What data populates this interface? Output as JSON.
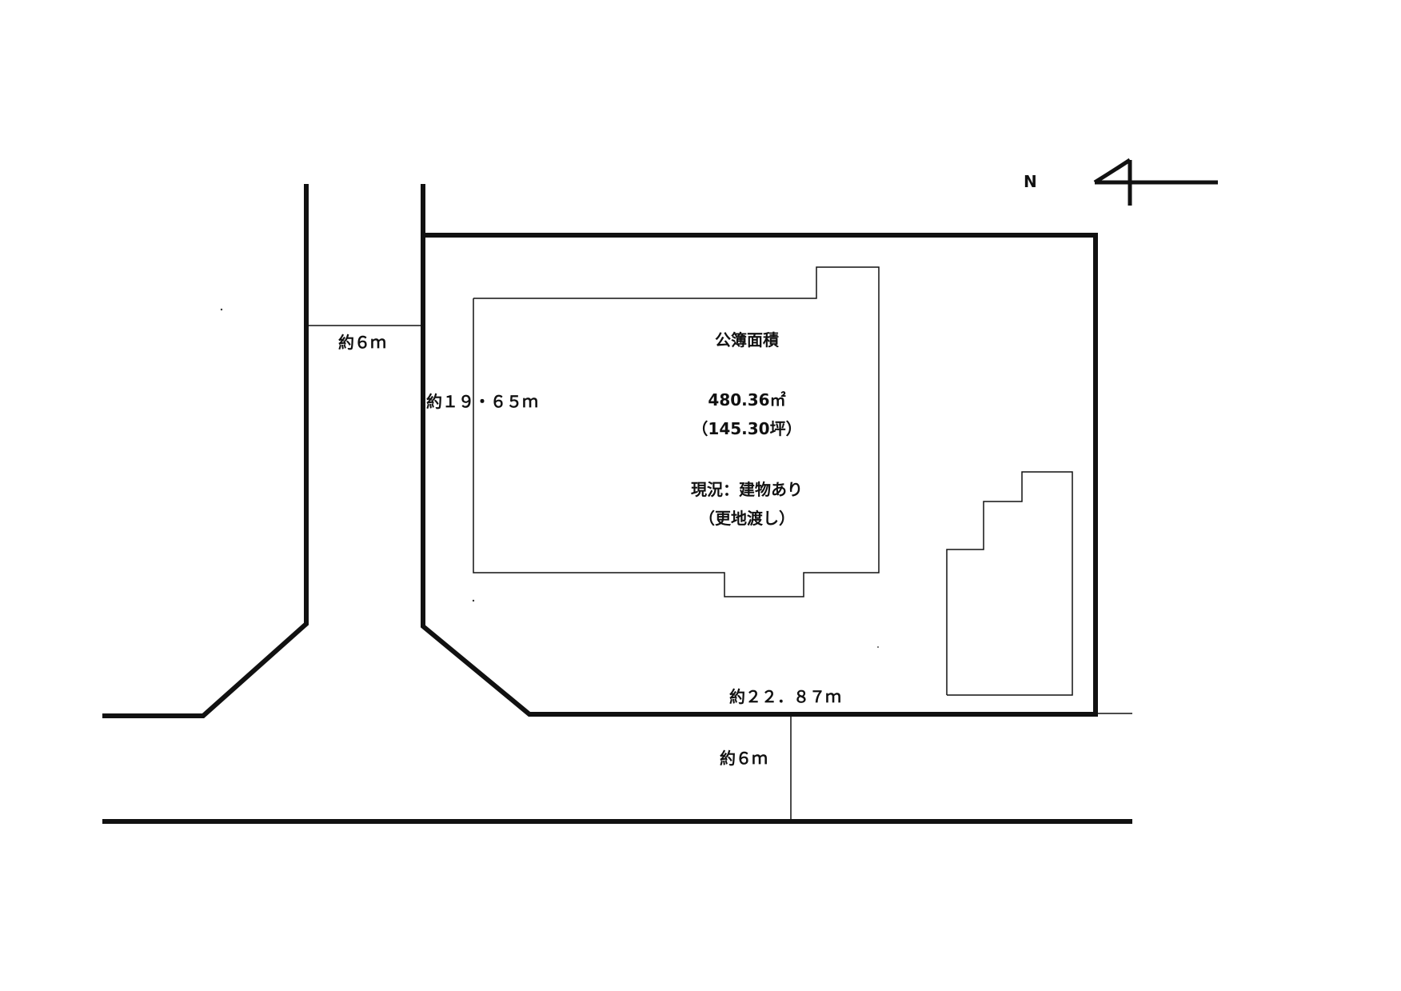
{
  "compass": {
    "north_label": "N",
    "arrow_icon": "north-arrow-icon"
  },
  "dimensions": {
    "road_west_width": "約６ｍ",
    "lot_frontage_west": "約１９・６５ｍ",
    "lot_depth_south": "約２２．８７ｍ",
    "road_south_width": "約６ｍ"
  },
  "lot_info": {
    "area_title": "公簿面積",
    "area_sqm": "480.36㎡",
    "area_tsubo": "（145.30坪）",
    "status": "現況：建物あり",
    "status_note": "（更地渡し）"
  },
  "colors": {
    "line": "#111111",
    "background": "#ffffff"
  }
}
